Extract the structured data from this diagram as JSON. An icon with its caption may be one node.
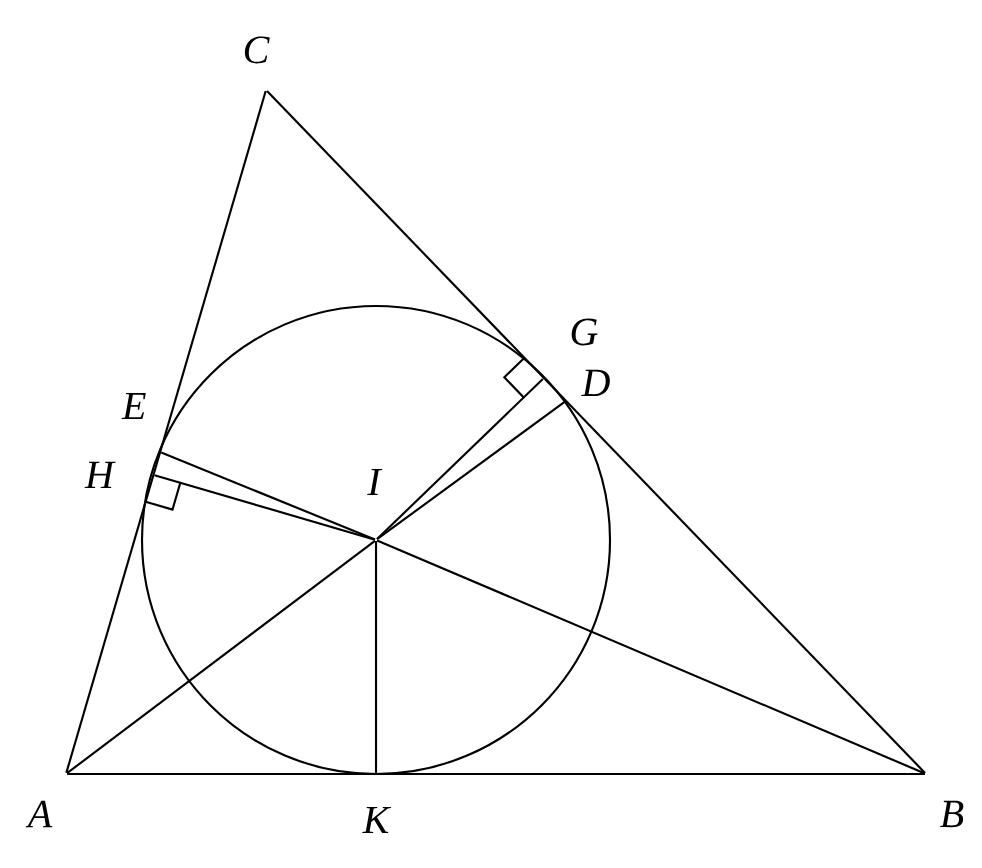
{
  "diagram": {
    "nodes": [
      {
        "text": [
          "A"
        ]
      },
      {
        "text": [
          "B"
        ]
      },
      {
        "text": [
          "C"
        ]
      },
      {
        "text": [
          "E"
        ]
      },
      {
        "text": [
          "H"
        ]
      },
      {
        "text": [
          "I"
        ]
      },
      {
        "text": [
          "G"
        ]
      },
      {
        "text": [
          "D"
        ]
      },
      {
        "text": [
          "K"
        ]
      }
    ],
    "edges": [
      {
        "from": 0,
        "to": 1,
        "arrow": "none"
      },
      {
        "from": 1,
        "to": 2,
        "arrow": "none"
      },
      {
        "from": 2,
        "to": 0,
        "arrow": "none"
      },
      {
        "from": 5,
        "to": 0,
        "arrow": "none"
      },
      {
        "from": 5,
        "to": 1,
        "arrow": "none"
      },
      {
        "from": 5,
        "to": 3,
        "arrow": "none"
      },
      {
        "from": 5,
        "to": 4,
        "arrow": "none"
      },
      {
        "from": 5,
        "to": 6,
        "arrow": "none"
      },
      {
        "from": 5,
        "to": 7,
        "arrow": "none"
      },
      {
        "from": 5,
        "to": 8,
        "arrow": "none"
      }
    ]
  }
}
